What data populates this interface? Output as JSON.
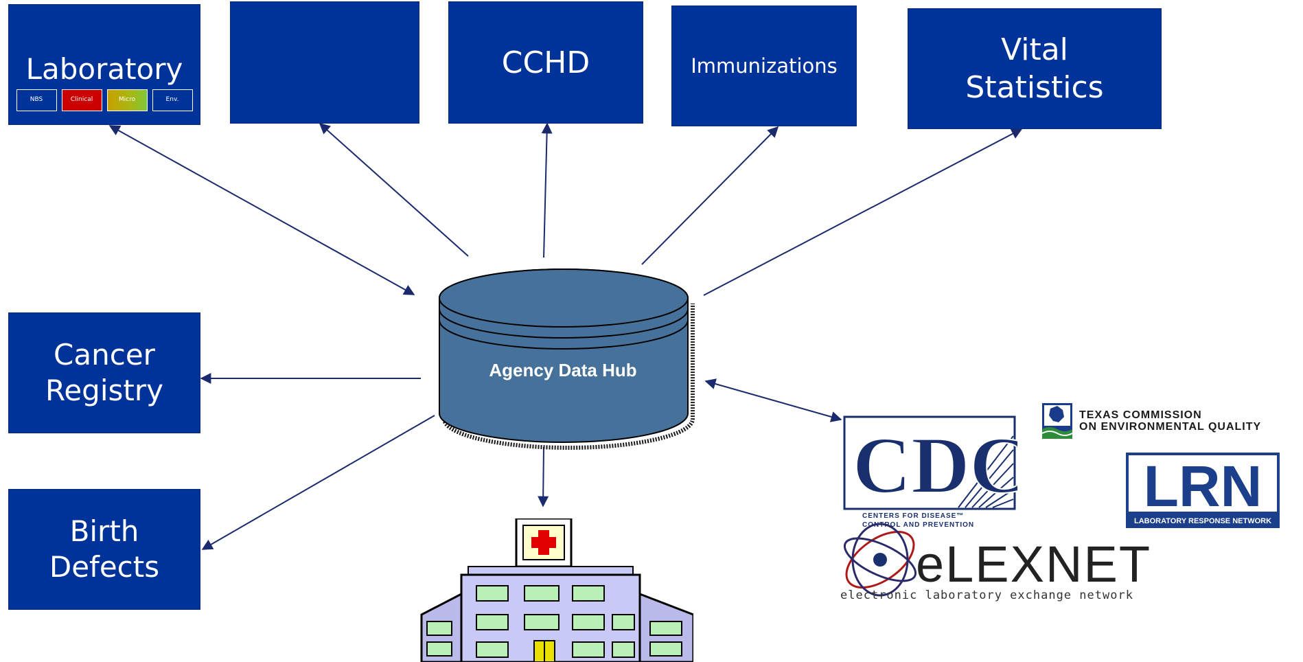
{
  "boxes": {
    "laboratory": "Laboratory",
    "blank": "",
    "cchd": "CCHD",
    "immunizations": "Immunizations",
    "vital_statistics": [
      "Vital",
      "Statistics"
    ],
    "cancer_registry": [
      "Cancer",
      "Registry"
    ],
    "birth_defects": [
      "Birth",
      "Defects"
    ]
  },
  "lab_subboxes": [
    {
      "text": "NBS",
      "color": "#003399"
    },
    {
      "text": "Clinical",
      "color": "#cc0000"
    },
    {
      "text": "Micro",
      "color": "#b8b020"
    },
    {
      "text": "Env.",
      "color": "#003399"
    }
  ],
  "hub": {
    "label": "Agency Data Hub",
    "color": "#46719a"
  },
  "partners": {
    "cdc": {
      "logo": "CDC",
      "caption_line1": "CENTERS FOR DISEASE™",
      "caption_line2": "CONTROL AND PREVENTION"
    },
    "tceq": {
      "line1": "TEXAS COMMISSION",
      "line2": "ON ENVIRONMENTAL QUALITY"
    },
    "lrn": {
      "logo": "LRN",
      "caption": "LABORATORY RESPONSE NETWORK"
    },
    "elexnet": {
      "logo": "eLEXNET",
      "caption": "electronic laboratory exchange network"
    }
  },
  "colors": {
    "box_fill": "#003399",
    "arrow": "#1a2a6c"
  },
  "icons": {
    "hospital": "hospital-icon",
    "cdc": "cdc-logo",
    "tceq": "tceq-logo",
    "lrn": "lrn-logo",
    "elexnet": "elexnet-logo"
  }
}
